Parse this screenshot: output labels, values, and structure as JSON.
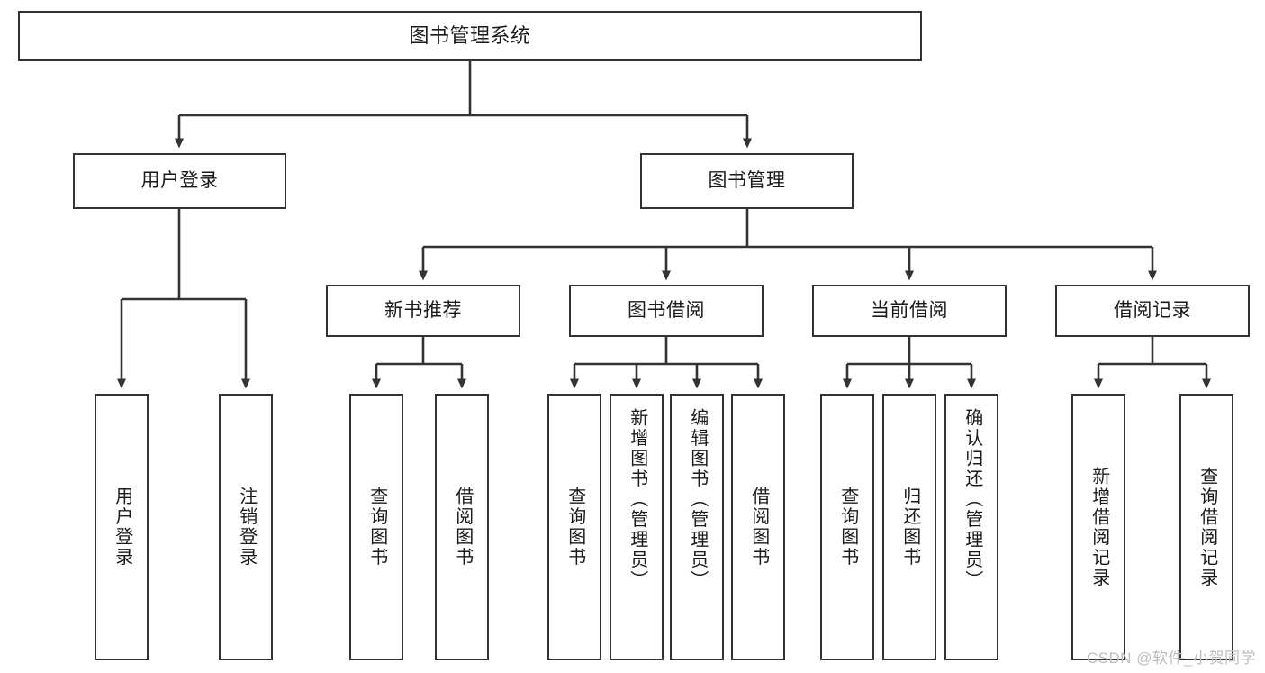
{
  "diagram": {
    "type": "hierarchy-tree",
    "title": "图书管理系统",
    "background_color": "#ffffff",
    "line_color": "#333333",
    "box_border_color": "#333333",
    "text_color": "#1a1a1a"
  },
  "nodes": {
    "root": {
      "label": "图书管理系统"
    },
    "level2": [
      {
        "id": "user-login",
        "label": "用户登录"
      },
      {
        "id": "book-management",
        "label": "图书管理"
      }
    ],
    "level3": [
      {
        "id": "new-book-recommend",
        "label": "新书推荐"
      },
      {
        "id": "book-borrow",
        "label": "图书借阅"
      },
      {
        "id": "current-borrow",
        "label": "当前借阅"
      },
      {
        "id": "borrow-record",
        "label": "借阅记录"
      }
    ],
    "leaves": [
      {
        "id": "leaf-user-login",
        "label": "用户登录",
        "parent": "用户登录"
      },
      {
        "id": "leaf-user-logout",
        "label": "注销登录",
        "parent": "用户登录"
      },
      {
        "id": "leaf-query-book-1",
        "label": "查询图书",
        "parent": "新书推荐"
      },
      {
        "id": "leaf-borrow-book-1",
        "label": "借阅图书",
        "parent": "新书推荐"
      },
      {
        "id": "leaf-query-book-2",
        "label": "查询图书",
        "parent": "图书借阅"
      },
      {
        "id": "leaf-add-book",
        "label": "新增图书（管理员）",
        "parent": "图书借阅"
      },
      {
        "id": "leaf-edit-book",
        "label": "编辑图书（管理员）",
        "parent": "图书借阅"
      },
      {
        "id": "leaf-borrow-book-2",
        "label": "借阅图书",
        "parent": "图书借阅"
      },
      {
        "id": "leaf-query-book-3",
        "label": "查询图书",
        "parent": "当前借阅"
      },
      {
        "id": "leaf-return-book",
        "label": "归还图书",
        "parent": "当前借阅"
      },
      {
        "id": "leaf-confirm-return",
        "label": "确认归还（管理员）",
        "parent": "当前借阅"
      },
      {
        "id": "leaf-add-record",
        "label": "新增借阅记录",
        "parent": "借阅记录"
      },
      {
        "id": "leaf-query-record",
        "label": "查询借阅记录",
        "parent": "借阅记录"
      }
    ]
  },
  "watermark": {
    "text": "CSDN @软件_小贺同学"
  }
}
